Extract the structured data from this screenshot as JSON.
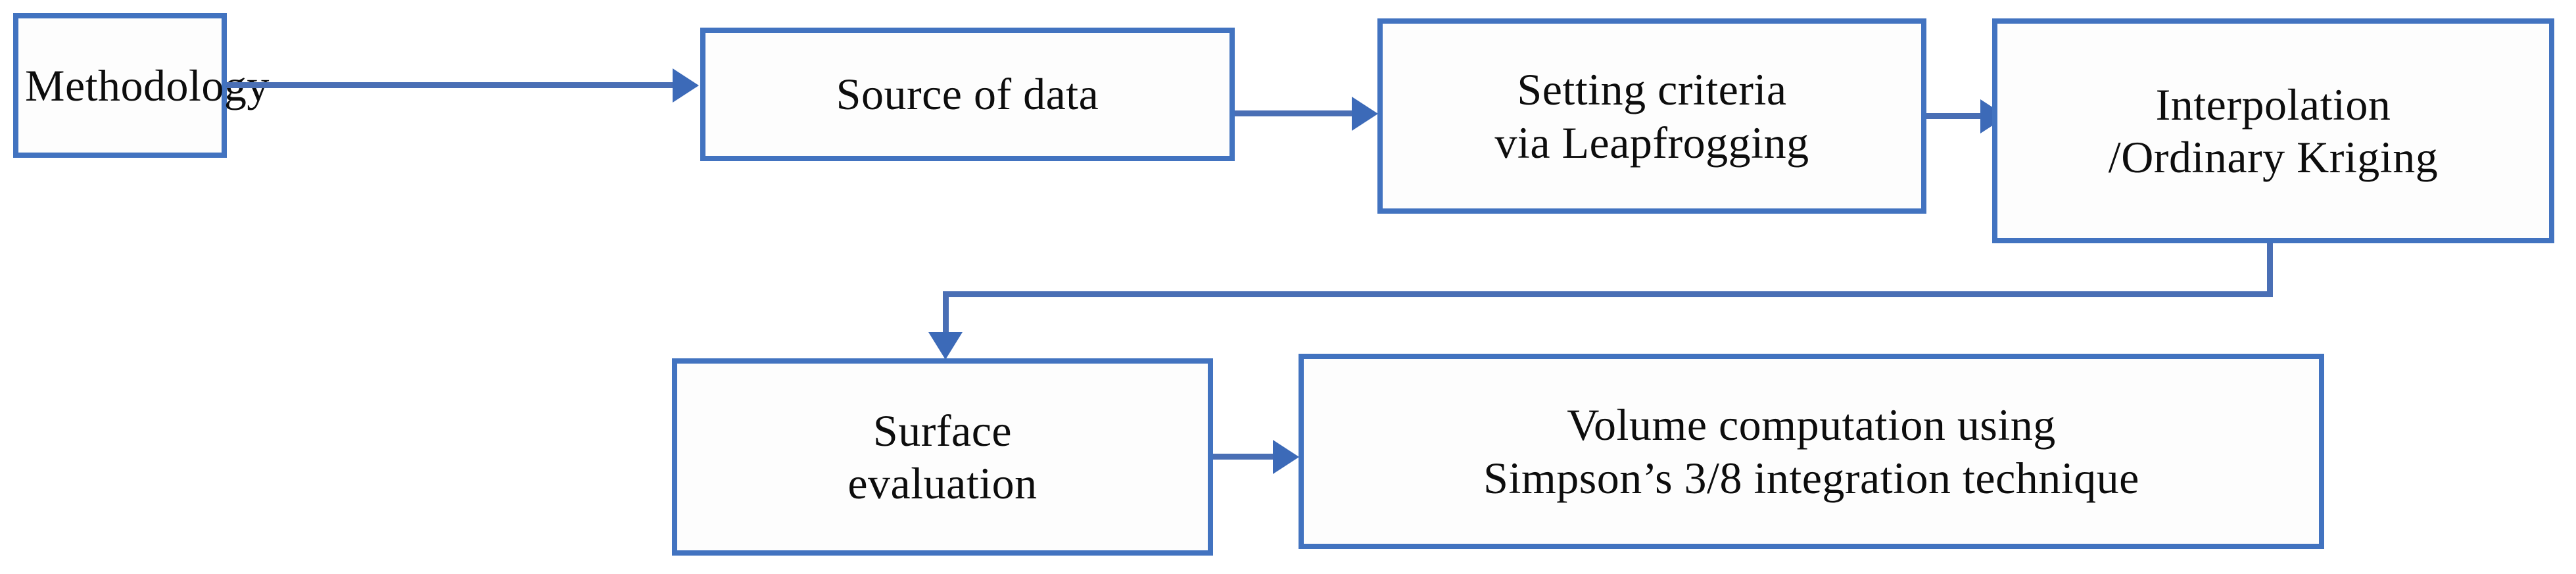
{
  "diagram": {
    "title": "Methodology flowchart",
    "accent_color": "#4273c0",
    "connector_color": "#4a6fb5",
    "background_color": "#ffffff",
    "text_color": "#0d0d0d",
    "nodes": [
      {
        "id": "methodology",
        "line1": "Methodology",
        "line2": ""
      },
      {
        "id": "source-of-data",
        "line1": "Source of data",
        "line2": ""
      },
      {
        "id": "setting-criteria",
        "line1": "Setting criteria",
        "line2": "via Leapfrogging"
      },
      {
        "id": "interpolation",
        "line1": "Interpolation",
        "line2": "/Ordinary Kriging"
      },
      {
        "id": "surface-evaluation",
        "line1": "Surface",
        "line2": "evaluation"
      },
      {
        "id": "volume-computation",
        "line1": "Volume computation using",
        "line2": "Simpson’s 3/8 integration technique"
      }
    ],
    "edges": [
      {
        "id": "methodology-to-source",
        "from": "methodology",
        "to": "source-of-data",
        "style": "straight-right"
      },
      {
        "id": "source-to-criteria",
        "from": "source-of-data",
        "to": "setting-criteria",
        "style": "straight-right"
      },
      {
        "id": "criteria-to-interpolation",
        "from": "setting-criteria",
        "to": "interpolation",
        "style": "straight-right"
      },
      {
        "id": "interpolation-to-surface",
        "from": "interpolation",
        "to": "surface-evaluation",
        "style": "elbow-down-left"
      },
      {
        "id": "surface-to-volume",
        "from": "surface-evaluation",
        "to": "volume-computation",
        "style": "straight-right"
      }
    ]
  }
}
